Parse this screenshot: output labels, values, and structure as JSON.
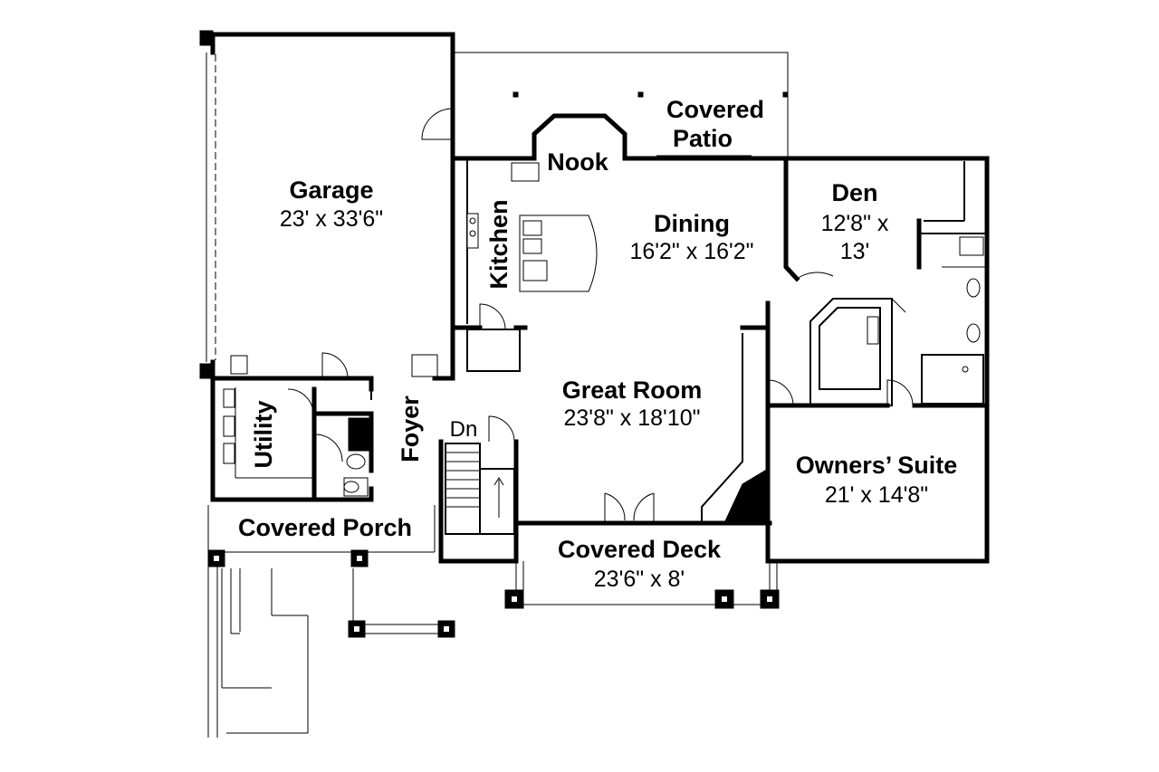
{
  "rooms": {
    "garage": {
      "name": "Garage",
      "size": "23' x 33'6\""
    },
    "covered_patio": {
      "line1": "Covered",
      "line2": "Patio"
    },
    "nook": {
      "name": "Nook"
    },
    "kitchen": {
      "name": "Kitchen"
    },
    "dining": {
      "name": "Dining",
      "size": "16'2\" x 16'2\""
    },
    "den": {
      "name": "Den",
      "size_line1": "12'8\" x",
      "size_line2": "13'"
    },
    "great_room": {
      "name": "Great Room",
      "size": "23'8\" x 18'10\""
    },
    "utility": {
      "name": "Utility"
    },
    "foyer": {
      "name": "Foyer"
    },
    "stairs": {
      "label": "Dn"
    },
    "owners_suite": {
      "name": "Owners’ Suite",
      "size": "21' x 14'8\""
    },
    "covered_porch": {
      "name": "Covered Porch"
    },
    "covered_deck": {
      "name": "Covered Deck",
      "size": "23'6\" x 8'"
    }
  }
}
